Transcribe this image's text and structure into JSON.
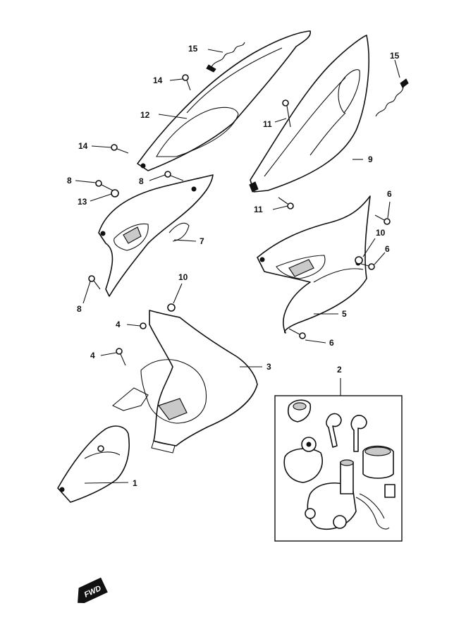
{
  "diagram": {
    "callouts": [
      "1",
      "2",
      "3",
      "4",
      "4",
      "5",
      "6",
      "6",
      "6",
      "7",
      "8",
      "8",
      "8",
      "9",
      "10",
      "10",
      "11",
      "11",
      "12",
      "13",
      "14",
      "14",
      "15",
      "15"
    ],
    "logo_text": "FWD"
  }
}
